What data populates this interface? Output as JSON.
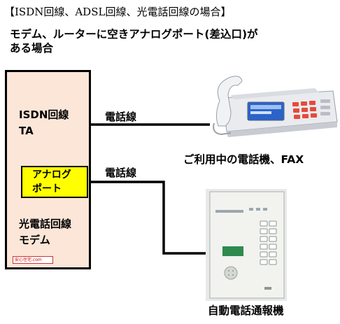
{
  "heading": "【ISDN回線、ADSL回線、光電話回線の場合】",
  "subheading": {
    "line1": "モデム、ルーターに空きアナログポート(差込口)が",
    "line2": "ある場合"
  },
  "device_box": {
    "label_top_line1": "ISDN回線",
    "label_top_line2": "TA",
    "port_line1": "アナログ",
    "port_line2": "ポート",
    "label_bottom_line1": "光電話回線",
    "label_bottom_line2": "モデム",
    "logo_text": "安心住宅.com"
  },
  "connections": {
    "line1_label": "電話線",
    "line2_label": "電話線"
  },
  "devices": {
    "phone_caption": "ご利用中の電話機、FAX",
    "alarm_caption": "自動電話通報機"
  },
  "colors": {
    "box_fill": "#fbe6d8",
    "port_fill": "#ffff00",
    "line": "#000000",
    "phone_screen": "#2b63c9",
    "alarm_display": "#2f8a4e",
    "key_red": "#e64a3c"
  }
}
